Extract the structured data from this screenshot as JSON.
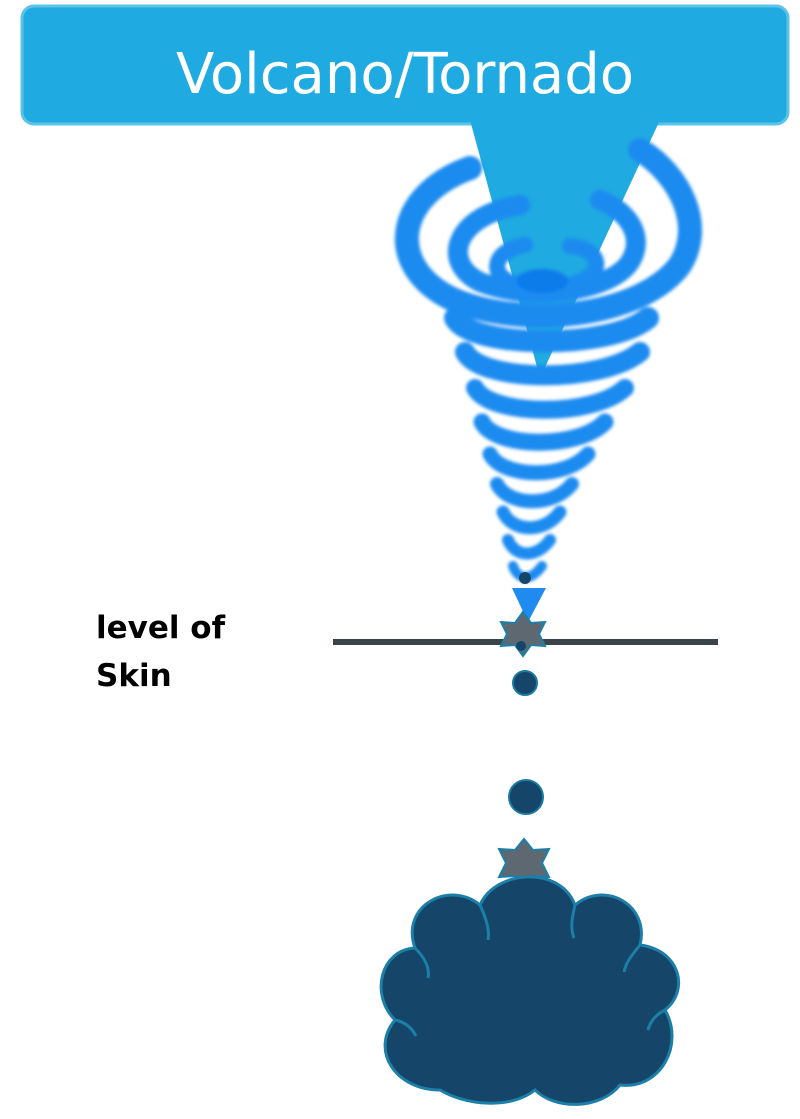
{
  "title": "Volcano/Tornado",
  "label": {
    "line1": "level of",
    "line2": "Skin"
  },
  "colors": {
    "title_bg": "#1FAAE1",
    "title_border": "#5BC2E8",
    "funnel": "#1FAAE1",
    "tornado": "#1F8BF0",
    "tornado_core": "#0D7BEB",
    "skin_line": "#3A4448",
    "particle": "#16456A",
    "particle_stroke": "#1A7AA4",
    "star": "#5E6870",
    "star_stroke": "#1C7FA8",
    "cloud": "#16456A",
    "cloud_stroke": "#1C7FA8"
  },
  "icons": [
    "tornado-icon",
    "star-icon",
    "cloud-icon"
  ]
}
